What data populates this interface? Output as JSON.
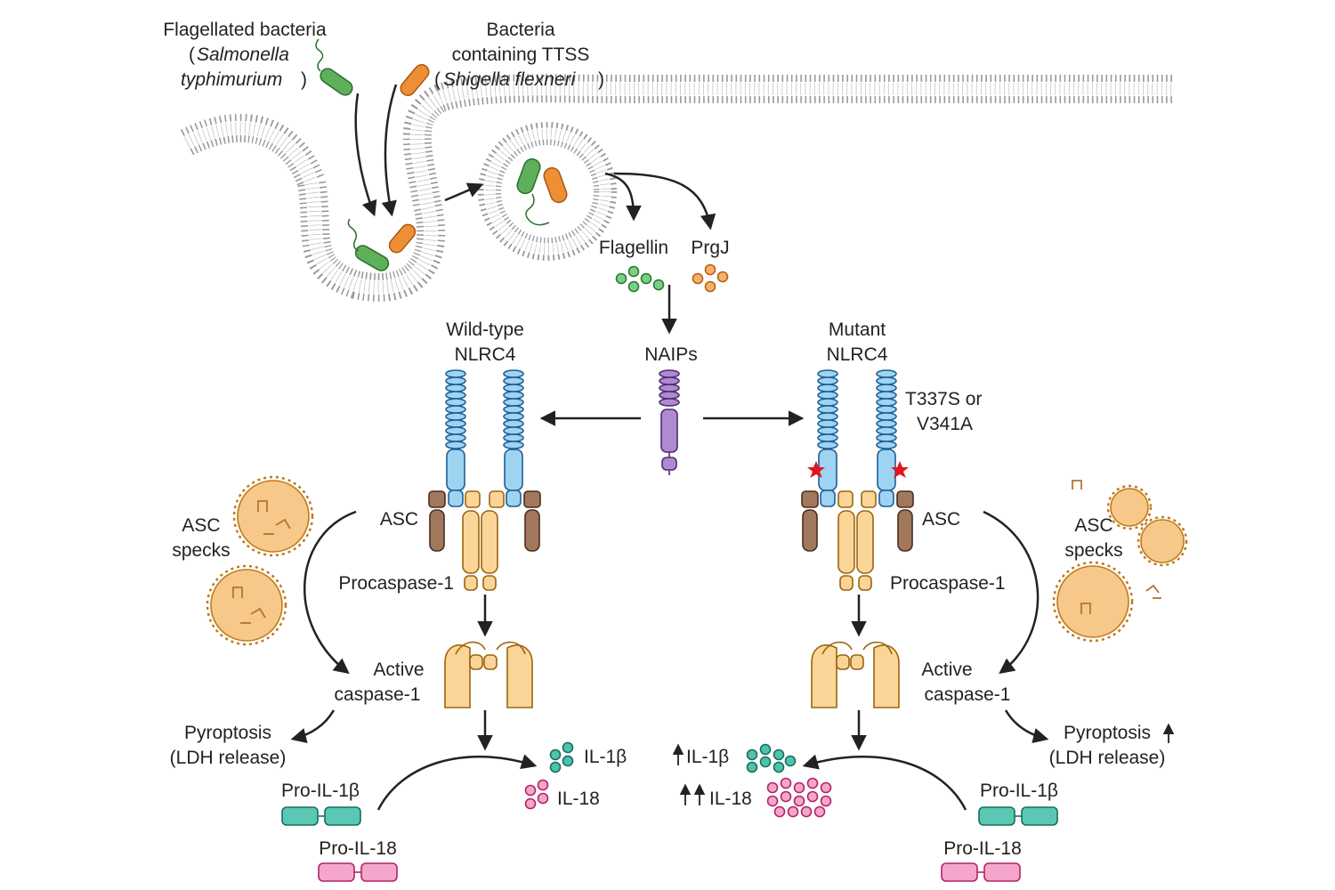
{
  "colors": {
    "membrane": "#8f8f8f",
    "bacteria_green": "#3a9a44",
    "bacteria_orange": "#e0822c",
    "lrr_blue": "#2f86c6",
    "naip_purple": "#7a4f9c",
    "asc_brown": "#7a5038",
    "caspase_gold": "#eaa83e",
    "il1b_teal": "#1f9a86",
    "il18_pink": "#d63b8a",
    "mutation_red": "#e0161d",
    "arrow": "#222222"
  },
  "labels": {
    "flagellated_1": "Flagellated bacteria",
    "flagellated_2a": "(",
    "flagellated_2b": "Salmonella",
    "flagellated_3a": "typhimurium",
    "flagellated_3b": ")",
    "ttss_1": "Bacteria",
    "ttss_2": "containing TTSS",
    "ttss_3a": "(",
    "ttss_3b": "Shigella flexneri",
    "ttss_3c": ")",
    "flagellin": "Flagellin",
    "prgj": "PrgJ",
    "naips": "NAIPs",
    "wt_1": "Wild-type",
    "wt_2": "NLRC4",
    "mut_1": "Mutant",
    "mut_2": "NLRC4",
    "mutation_1": "T337S or",
    "mutation_2": "V341A",
    "asc_left": "ASC",
    "asc_right": "ASC",
    "specks_left_1": "ASC",
    "specks_left_2": "specks",
    "specks_right_1": "ASC",
    "specks_right_2": "specks",
    "procasp_left": "Procaspase-1",
    "procasp_right": "Procaspase-1",
    "active_left_1": "Active",
    "active_left_2": "caspase-1",
    "active_right_1": "Active",
    "active_right_2": "caspase-1",
    "pyro_left_1": "Pyroptosis",
    "pyro_left_2": "(LDH release)",
    "pyro_right_1": "Pyroptosis",
    "pyro_right_2": "(LDH release)",
    "il1b_left": "IL-1β",
    "il18_left": "IL-18",
    "il1b_right": "IL-1β",
    "il18_right": "IL-18",
    "proil1b_left": "Pro-IL-1β",
    "proil18_left": "Pro-IL-18",
    "proil1b_right": "Pro-IL-1β",
    "proil18_right": "Pro-IL-18"
  }
}
